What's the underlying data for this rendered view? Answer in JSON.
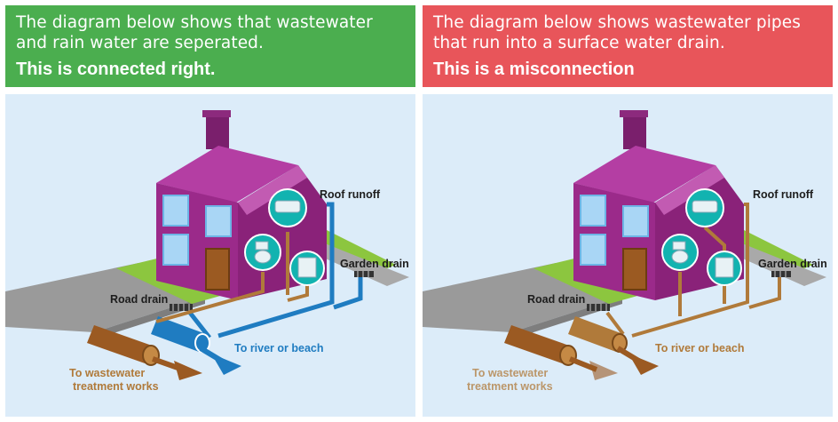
{
  "left": {
    "caption_line1": "The diagram below shows that wastewater",
    "caption_line2": "and rain water are seperated.",
    "verdict": "This is connected right.",
    "labels": {
      "roof_runoff": "Roof runoff",
      "garden_drain": "Garden drain",
      "road_drain": "Road drain",
      "river": "To river or beach",
      "wastewater_line1": "To wastewater",
      "wastewater_line2": "treatment works"
    }
  },
  "right": {
    "caption_line1": "The diagram below shows wastewater pipes",
    "caption_line2": "that run into a surface water drain.",
    "verdict": "This is a misconnection",
    "labels": {
      "roof_runoff": "Roof runoff",
      "garden_drain": "Garden drain",
      "road_drain": "Road drain",
      "river": "To river or beach",
      "wastewater_line1": "To wastewater",
      "wastewater_line2": "treatment works"
    }
  },
  "colors": {
    "correct": "#4bae4f",
    "misconnection": "#e8555a",
    "house": "#9b2a8a",
    "roof": "#b43ea3",
    "clean_pipe": "#1f7cc1",
    "waste_pipe": "#b07a3a",
    "ground": "#9a9a9a",
    "grass": "#8cc63f",
    "appliance_circle": "#12b3b0"
  }
}
